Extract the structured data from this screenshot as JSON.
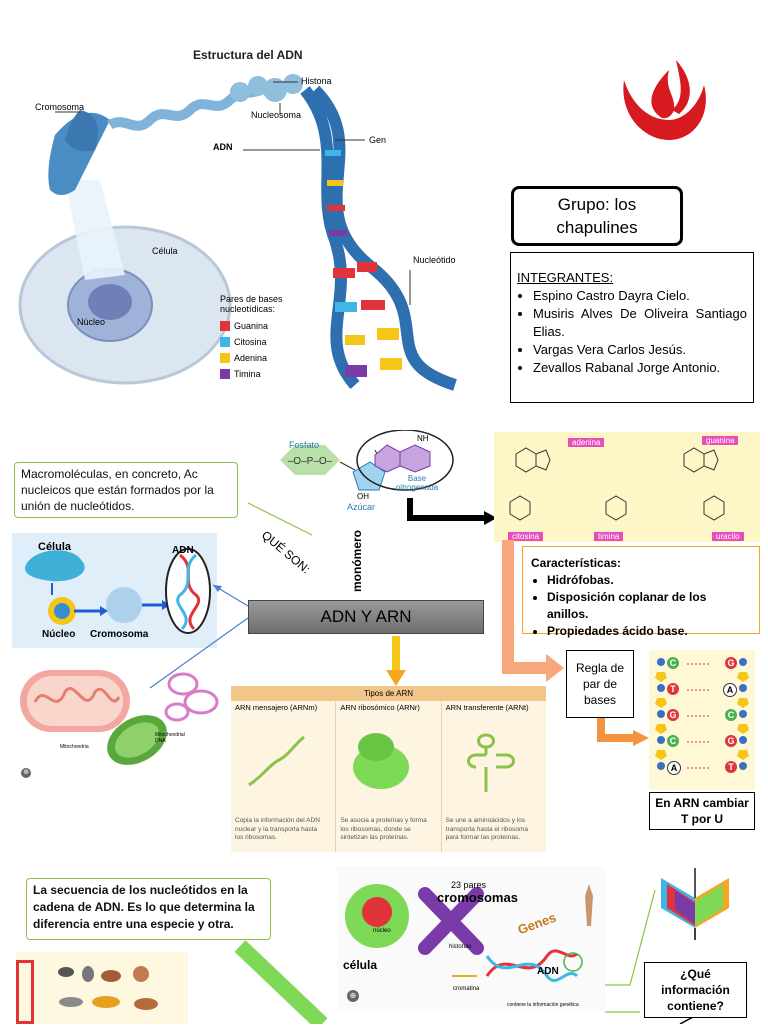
{
  "colors": {
    "ufr_red": "#d71920",
    "green": "#8bc34a",
    "orange": "#f5a623",
    "guanina": "#e0343a",
    "citosina": "#3fb6e8",
    "adenina": "#f5c518",
    "timina": "#7a3aa8",
    "peach": "#f7a779"
  },
  "dna_structure": {
    "title": "Estructura del ADN",
    "labels": {
      "cromosoma": "Cromosoma",
      "histona": "Histona",
      "nucleosoma": "Nucleosoma",
      "adn": "ADN",
      "gen": "Gen",
      "celula": "Célula",
      "nucleo": "Núcleo",
      "nucleotido": "Nucleótido"
    },
    "legend_title": "Pares de bases nucleotídicas:",
    "legend": [
      {
        "name": "Guanina",
        "color": "#e0343a"
      },
      {
        "name": "Citosina",
        "color": "#3fb6e8"
      },
      {
        "name": "Adenina",
        "color": "#f5c518"
      },
      {
        "name": "Timina",
        "color": "#7a3aa8"
      }
    ]
  },
  "logo": {
    "name": "upc-logo-icon"
  },
  "group": {
    "title": "Grupo: los chapulines"
  },
  "members": {
    "title": "INTEGRANTES",
    "items": [
      "Espino Castro Dayra Cielo.",
      "Musiris Alves De Oliveira Santiago Elias.",
      "Vargas Vera Carlos Jesús.",
      "Zevallos Rabanal Jorge Antonio."
    ]
  },
  "nucleotide": {
    "fosfato": "Fosfato",
    "azucar": "Azúcar",
    "base": "Base nitrogenada",
    "oh": "OH",
    "nh2": "NH",
    "p": "P"
  },
  "bases": {
    "adenina": "adenina",
    "guanina": "guanina",
    "citosina": "citosina",
    "timina": "timina",
    "uracilo": "uracilo"
  },
  "definition": "Macromoléculas, en concreto, Ac nucleicos que están formados por la unión de nucleótidos.",
  "que_son": "QUÉ SON:",
  "monomero": "monómero",
  "cell_diagram": {
    "celula": "Célula",
    "adn": "ADN",
    "nucleo": "Núcleo",
    "cromosoma": "Cromosoma"
  },
  "center_title": "ADN Y ARN",
  "mito": {
    "mitochondria": "Mitochondria",
    "mito_dna": "Mitochondrial DNA"
  },
  "characteristics": {
    "title": "Características:",
    "items": [
      "Hidrófobas.",
      "Disposición coplanar de los anillos.",
      "Propiedades ácido base."
    ]
  },
  "pair_rule": "Regla de par de bases",
  "pair_letters": [
    [
      "C",
      "G"
    ],
    [
      "T",
      "A"
    ],
    [
      "G",
      "C"
    ],
    [
      "C",
      "G"
    ],
    [
      "A",
      "T"
    ]
  ],
  "arn_note": "En ARN cambiar T por U",
  "arn_types": {
    "title": "Tipos de ARN",
    "columns": [
      {
        "name": "ARN mensajero (ARNm)",
        "desc": "Copia la información del ADN nuclear y la transporta hasta los ribosomas."
      },
      {
        "name": "ARN ribosómico (ARNr)",
        "desc": "Se asocia a proteínas y forma los ribosomas, donde se sintetizan las proteínas."
      },
      {
        "name": "ARN transferente (ARNt)",
        "desc": "Se une a aminoácidos y los transporta hasta el ribosoma para formar las proteínas."
      }
    ]
  },
  "sequence_text": "La secuencia de los nucleótidos en la cadena de ADN. Es lo que determina la diferencia entre una especie y otra.",
  "genome": {
    "pares": "23 pares",
    "cromosomas": "cromosomas",
    "genes": "Genes",
    "celula": "célula",
    "adn": "ADN",
    "histonas": "histonas",
    "cromatina": "cromatina",
    "nucleo": "núcleo",
    "info": "contiene la información genética"
  },
  "info_question": "¿Qué información contiene?"
}
